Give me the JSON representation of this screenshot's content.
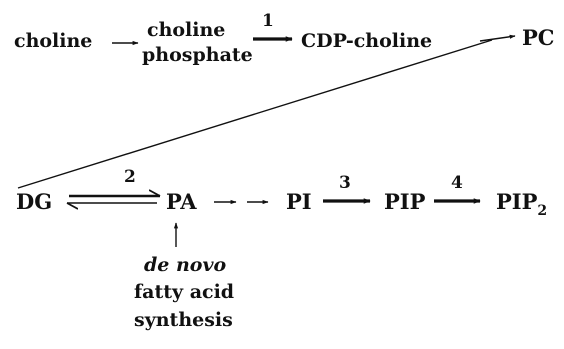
{
  "nodes": {
    "choline": "choline",
    "choline_phosphate_line1": "choline",
    "choline_phosphate_line2": "phosphate",
    "cdp_choline": "CDP-choline",
    "pc": "PC",
    "dg": "DG",
    "pa": "PA",
    "pi": "PI",
    "pip": "PIP",
    "pip2_base": "PIP",
    "pip2_sub": "2",
    "de_novo": "de novo",
    "fatty_acid": "fatty acid",
    "synthesis": "synthesis"
  },
  "enzyme_labels": {
    "step1": "1",
    "step2": "2",
    "step3": "3",
    "step4": "4"
  },
  "colors": {
    "ink": "#111111",
    "background": "#ffffff"
  }
}
